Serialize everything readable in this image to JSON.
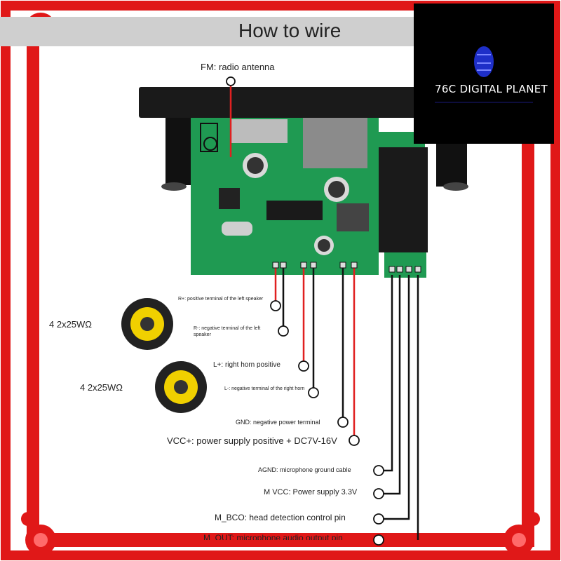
{
  "header": {
    "title": "How to wire"
  },
  "brand": {
    "name": "76C DIGITAL PLANET"
  },
  "labels": {
    "fm": "FM: radio antenna",
    "r_plus": "R+: positive terminal of the left speaker",
    "r_minus": "R-: negative terminal of the left speaker",
    "l_plus": "L+: right horn positive",
    "l_minus": "L-: negative terminal of the right horn",
    "gnd": "GND: negative power terminal",
    "vcc": "VCC+: power supply positive + DC7V-16V",
    "agnd": "AGND: microphone ground cable",
    "mvcc": "M VCC: Power supply 3.3V",
    "mbco": "M_BCO: head detection control pin",
    "mout": "M_OUT: microphone audio output pin"
  },
  "speakers": {
    "top": "4 2x25WΩ",
    "bottom": "4 2x25WΩ"
  },
  "colors": {
    "border": "#e01818",
    "pcb": "#1f9a52",
    "bezel": "#1a1a1a",
    "wire_red": "#e02020",
    "wire_black": "#111111"
  }
}
